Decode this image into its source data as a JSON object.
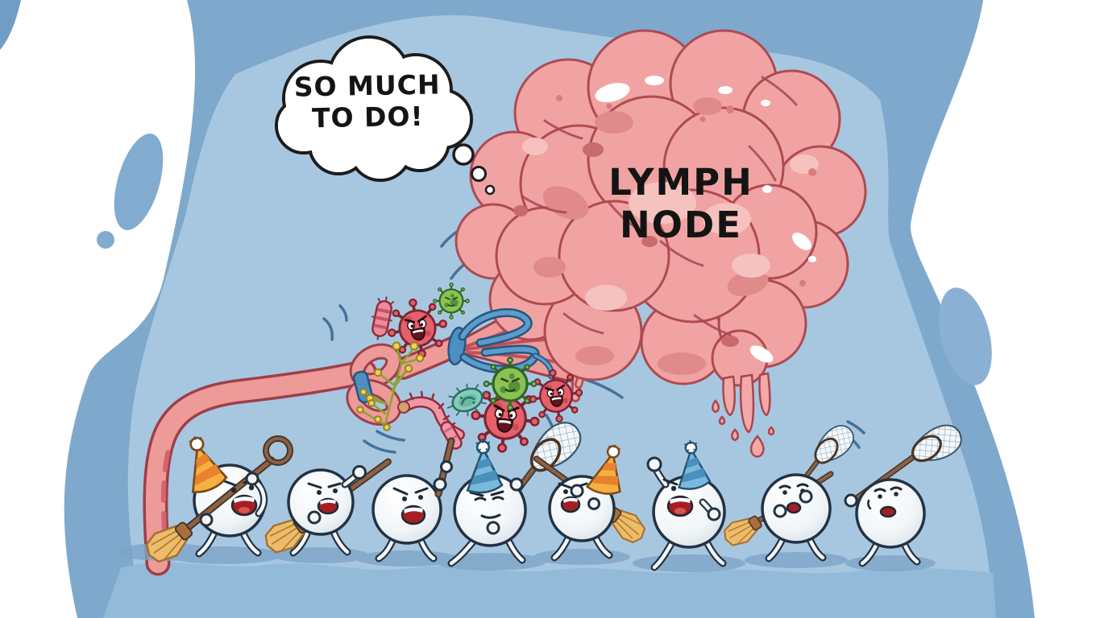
{
  "scene": {
    "thought_bubble": {
      "text": "SO MUCH TO DO!",
      "line1": "SO MUCH",
      "line2": "TO DO!"
    },
    "lymph_node_label": {
      "text": "LYMPH NODE",
      "line1": "LYMPH",
      "line2": "NODE"
    },
    "description": "Cartoon lymph node dripping lymph, fed by a lymphatic vessel tied in a knot with blue thread; white blood cell characters with party hats, brooms and nets march in to clean up viruses and bacteria."
  },
  "palette": {
    "canvas_white": "#ffffff",
    "blob_outer_blue": "#7fa9cc",
    "blob_inner_blue": "#a7c7e1",
    "floor_blue": "#93bbd9",
    "shadow_blue": "#7fa5c8",
    "node_pink": "#f0a3a2",
    "node_outline": "#a94650",
    "vessel_pink": "#ee9a98",
    "thread_blue": "#4d8fc0",
    "cell_white": "#f3f6f8",
    "cell_outline": "#233242",
    "mouth_red": "#a41e23",
    "broom_wood": "#8a6248",
    "bristle_gold": "#ecbc6a",
    "virus_red": "#e4606a",
    "virus_green": "#8bc252",
    "bacterium_teal": "#82ccb9",
    "worm_pink": "#f096a5",
    "mold_yellow": "#f1d24a",
    "hat_orange": "#f6b03f",
    "hat_blue": "#7ab8dc"
  },
  "characters": {
    "count": 8,
    "items": [
      {
        "name": "cell-1",
        "hat": "orange-striped-party-hat",
        "tool": "loop-broom",
        "expression": "happy"
      },
      {
        "name": "cell-2",
        "hat": "none",
        "tool": "broom",
        "expression": "determined"
      },
      {
        "name": "cell-3",
        "hat": "none",
        "tool": "stick",
        "expression": "yelling"
      },
      {
        "name": "cell-4",
        "hat": "blue-party-hat",
        "tool": "net",
        "expression": "determined"
      },
      {
        "name": "cell-5",
        "hat": "orange-party-hat",
        "tool": "broom",
        "expression": "happy"
      },
      {
        "name": "cell-6",
        "hat": "blue-party-hat",
        "tool": "raised-fist",
        "expression": "yelling"
      },
      {
        "name": "cell-7",
        "hat": "none",
        "tool": "broom-and-net",
        "expression": "smiling"
      },
      {
        "name": "cell-8",
        "hat": "none",
        "tool": "net",
        "expression": "smiling"
      }
    ]
  },
  "pathogens": [
    {
      "name": "red-virus",
      "color": "#e4606a"
    },
    {
      "name": "red-virus",
      "color": "#e4606a"
    },
    {
      "name": "red-virus",
      "color": "#e4606a"
    },
    {
      "name": "green-virus",
      "color": "#8bc252"
    },
    {
      "name": "green-virus-small",
      "color": "#8bc252"
    },
    {
      "name": "teal-bacterium",
      "color": "#82ccb9"
    },
    {
      "name": "striped-rod-bacterium",
      "color": "#ef8b99"
    },
    {
      "name": "spiky-worm",
      "color": "#f096a5"
    },
    {
      "name": "pink-rod-bacterium",
      "color": "#f096a5"
    },
    {
      "name": "branching-mold",
      "color": "#f1d24a"
    }
  ],
  "details": {
    "knot": "vessel tied in a bow with a blue thread cinch",
    "drips": "lymph droplets falling from node bottom-right"
  }
}
